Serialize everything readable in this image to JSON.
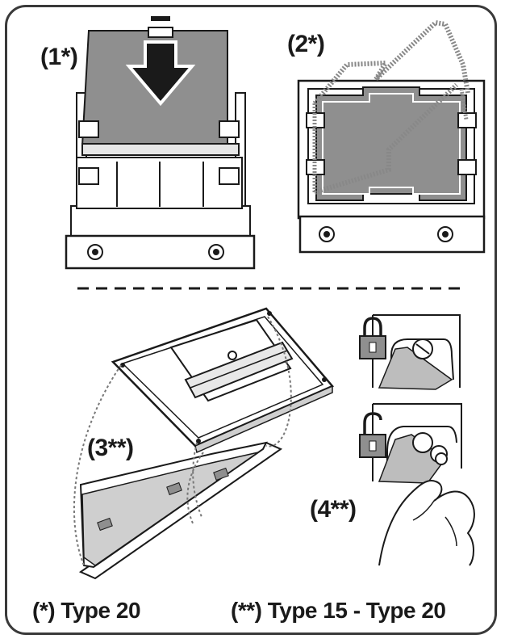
{
  "steps": {
    "step1": "(1*)",
    "step2": "(2*)",
    "step3": "(3**)",
    "step4": "(4**)"
  },
  "footnotes": {
    "type20": "(*) Type 20",
    "type15_20": "(**) Type 15 - Type 20"
  },
  "icons": [
    "down-arrow-icon",
    "lock-closed-icon",
    "lock-open-icon",
    "hand-icon"
  ],
  "colors": {
    "filter": "#8f8f8f",
    "outline": "#1a1a1a",
    "light": "#cfcfcf"
  }
}
